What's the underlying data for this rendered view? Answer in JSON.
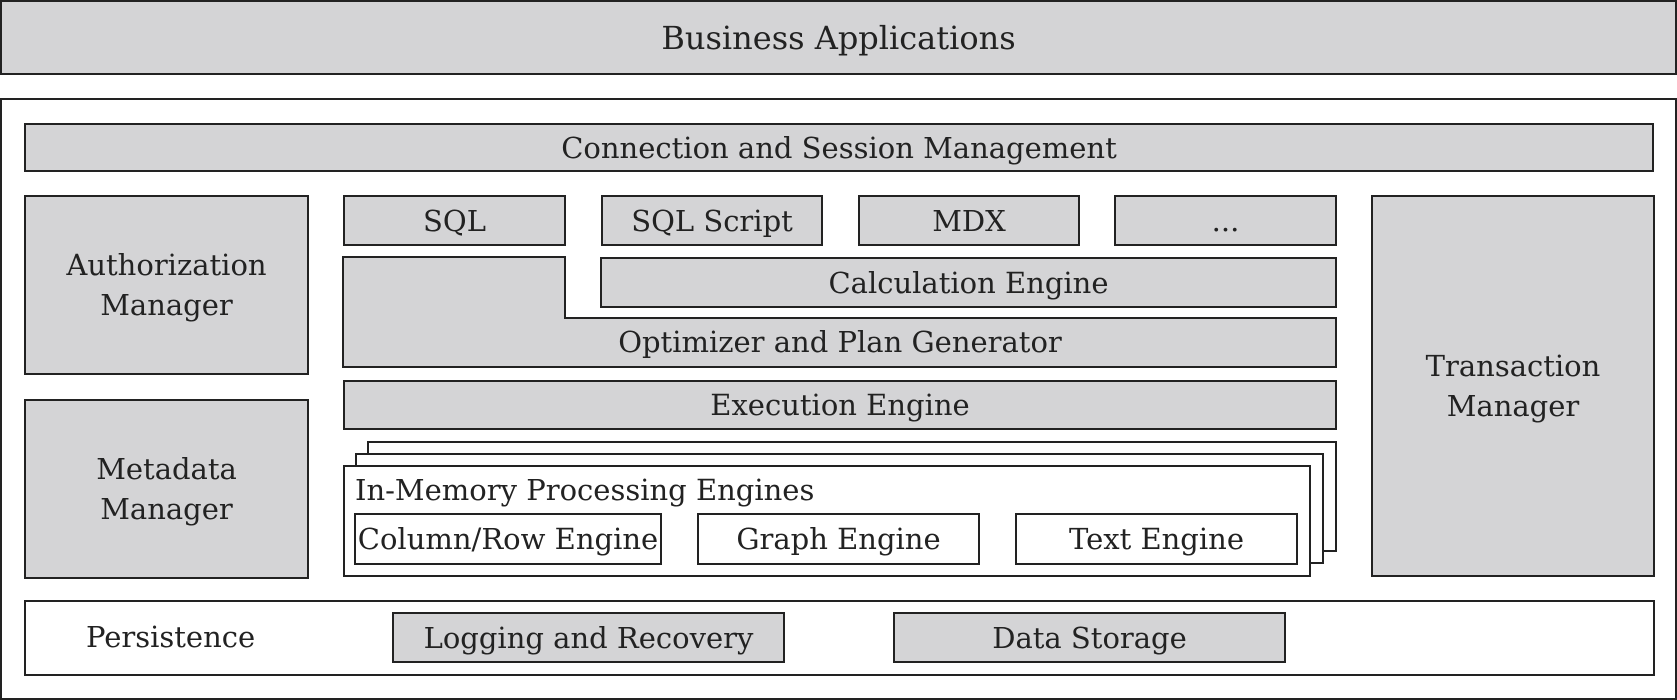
{
  "top_layer": {
    "label": "Business Applications"
  },
  "platform": {
    "connection": "Connection and Session Management",
    "authorization": [
      "Authorization",
      "Manager"
    ],
    "metadata": [
      "Metadata",
      "Manager"
    ],
    "transaction": [
      "Transaction",
      "Manager"
    ],
    "languages": [
      "SQL",
      "SQL Script",
      "MDX",
      "..."
    ],
    "calculation_engine": "Calculation Engine",
    "optimizer": "Optimizer and Plan Generator",
    "execution_engine": "Execution Engine",
    "in_memory": {
      "title": "In-Memory Processing Engines",
      "engines": [
        "Column/Row Engine",
        "Graph Engine",
        "Text Engine"
      ]
    },
    "persistence": {
      "label": "Persistence",
      "components": [
        "Logging and Recovery",
        "Data Storage"
      ]
    }
  },
  "colors": {
    "box_fill": "#d4d4d6",
    "border": "#222222",
    "background": "#ffffff"
  }
}
